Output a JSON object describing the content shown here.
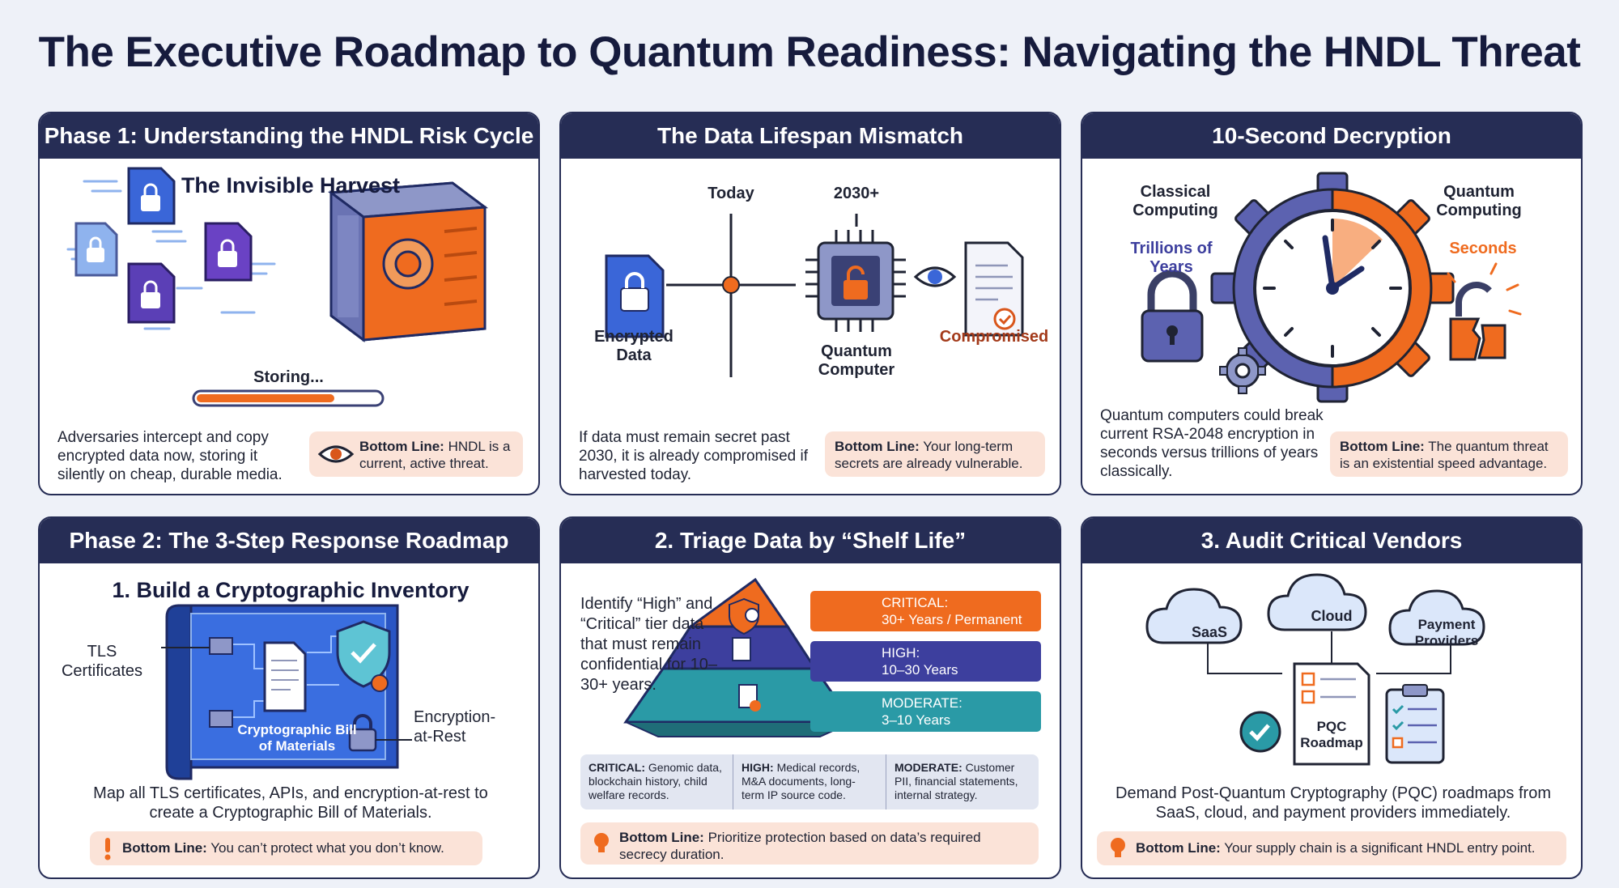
{
  "title": "The Executive Roadmap to Quantum Readiness: Navigating the HNDL Threat",
  "colors": {
    "navy": "#262d55",
    "orange": "#ef6b1f",
    "purple": "#5b3fb6",
    "blue": "#3a66d8",
    "teal": "#2a9aa6",
    "peach": "#fbe3d8"
  },
  "panel1": {
    "header": "Phase 1: Understanding the HNDL Risk Cycle",
    "subtitle": "The Invisible Harvest",
    "storing_label": "Storing...",
    "storing_progress": 0.75,
    "body": "Adversaries intercept and copy encrypted data now, storing it silently on cheap, durable media.",
    "bottom_label": "Bottom Line:",
    "bottom_text": "HNDL is a current, active threat.",
    "icons": [
      "locked-file-icon",
      "safe-icon",
      "eye-icon"
    ]
  },
  "panel2": {
    "header": "The Data Lifespan Mismatch",
    "today_label": "Today",
    "year_label": "2030+",
    "encrypted_label": "Encrypted Data",
    "quantum_label": "Quantum Computer",
    "compromised_label": "Compromised",
    "body": "If data must remain secret past 2030, it is already compromised if harvested today.",
    "bottom_label": "Bottom Line:",
    "bottom_text": "Your long-term secrets are already vulnerable.",
    "icons": [
      "locked-file-icon",
      "chip-icon",
      "eye-icon",
      "document-icon"
    ]
  },
  "panel3": {
    "header": "10-Second Decryption",
    "classical_label": "Classical Computing",
    "classical_time": "Trillions of Years",
    "quantum_label": "Quantum Computing",
    "quantum_time": "Seconds",
    "body": "Quantum computers could break current RSA-2048 encryption in seconds versus trillions of years classically.",
    "bottom_label": "Bottom Line:",
    "bottom_text": "The quantum threat is an existential speed advantage.",
    "icons": [
      "padlock-icon",
      "gear-icon",
      "clock-icon",
      "broken-padlock-icon"
    ]
  },
  "panel4": {
    "header": "Phase 2: The 3-Step Response Roadmap",
    "subtitle": "1. Build a Cryptographic Inventory",
    "tls_label": "TLS Certificates",
    "ear_label": "Encryption-at-Rest",
    "cbom_label": "Cryptographic Bill of Materials",
    "body": "Map all TLS certificates, APIs, and encryption-at-rest to create a Cryptographic Bill of Materials.",
    "bottom_label": "Bottom Line:",
    "bottom_text": "You can’t protect what you don’t know.",
    "icons": [
      "blueprint-icon",
      "shield-icon",
      "padlock-icon",
      "exclamation-icon"
    ]
  },
  "panel5": {
    "header": "2. Triage Data by “Shelf Life”",
    "body": "Identify “High” and “Critical” tier data that must remain confidential for 10–30+ years.",
    "tiers": [
      {
        "name": "CRITICAL:",
        "range": "30+ Years / Permanent",
        "color": "#ef6b1f"
      },
      {
        "name": "HIGH:",
        "range": "10–30 Years",
        "color": "#3d3f9e"
      },
      {
        "name": "MODERATE:",
        "range": "3–10 Years",
        "color": "#2a9aa6"
      }
    ],
    "table": [
      {
        "name": "CRITICAL:",
        "text": "Genomic data, blockchain history, child welfare records."
      },
      {
        "name": "HIGH:",
        "text": "Medical records, M&A documents, long-term IP source code."
      },
      {
        "name": "MODERATE:",
        "text": "Customer PII, financial statements, internal strategy."
      }
    ],
    "bottom_label": "Bottom Line:",
    "bottom_text": "Prioritize protection based on data’s required secrecy duration.",
    "icons": [
      "pyramid-icon",
      "lightbulb-icon"
    ]
  },
  "panel6": {
    "header": "3. Audit Critical Vendors",
    "clouds": [
      "SaaS",
      "Cloud",
      "Payment Providers"
    ],
    "roadmap_label": "PQC Roadmap",
    "body": "Demand Post-Quantum Cryptography (PQC) roadmaps from SaaS, cloud, and payment providers immediately.",
    "bottom_label": "Bottom Line:",
    "bottom_text": "Your supply chain is a significant HNDL entry point.",
    "icons": [
      "cloud-icon",
      "checklist-icon",
      "check-circle-icon",
      "clipboard-icon",
      "lightbulb-icon"
    ]
  }
}
